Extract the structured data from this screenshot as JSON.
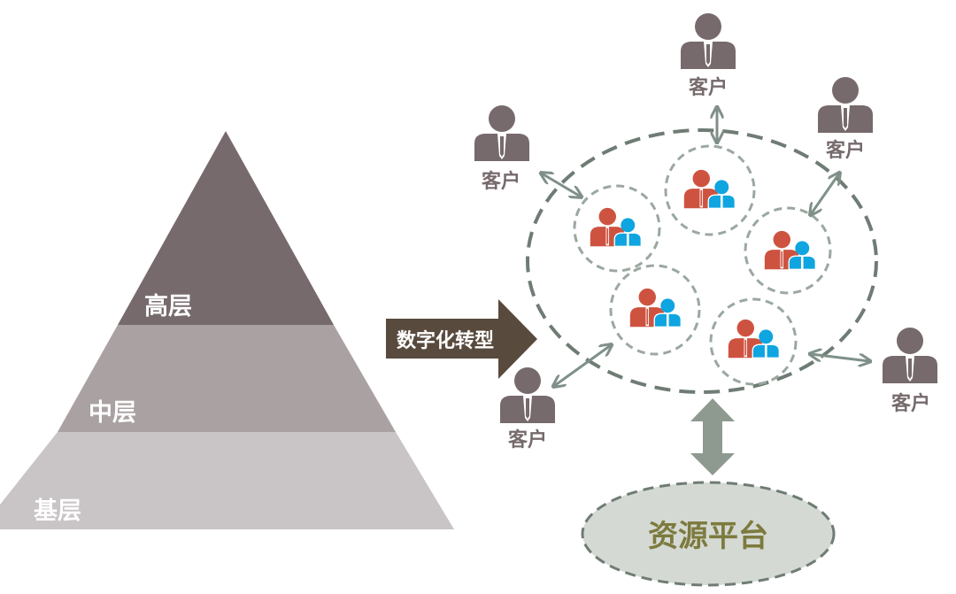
{
  "pyramid": {
    "top_label": "高层",
    "middle_label": "中层",
    "base_label": "基层"
  },
  "transform_arrow_label": "数字化转型",
  "customers": [
    "客户",
    "客户",
    "客户",
    "客户",
    "客户"
  ],
  "platform_label": "资源平台",
  "colors": {
    "pyramid_top": "#766a6c",
    "pyramid_middle": "#a9a1a2",
    "pyramid_base": "#c9c4c5",
    "arrow": "#594a3e",
    "dash": "#7f8c84",
    "team_red": "#cd5340",
    "team_blue": "#0ea5e0",
    "platform_fill": "#d4d9d3",
    "platform_text": "#7d7a3e"
  }
}
